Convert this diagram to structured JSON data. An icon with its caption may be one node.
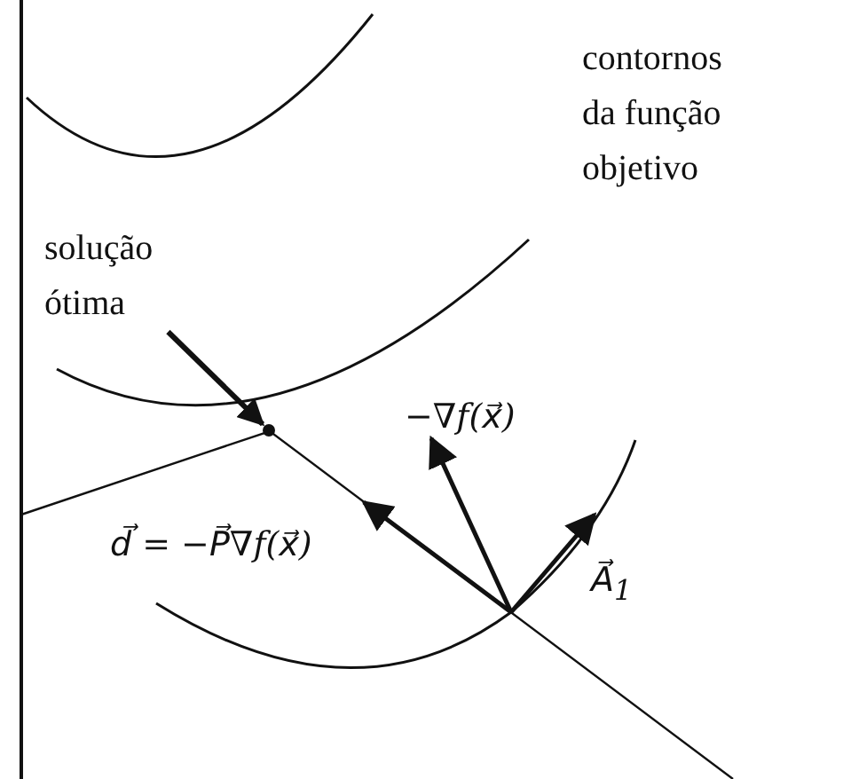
{
  "diagram": {
    "nodes": [
      {
        "text": [
          "solução ótima"
        ]
      },
      {
        "text": [],
        "shape": "point"
      }
    ],
    "edges": [
      {
        "from": 0,
        "to": 1,
        "arrow": "to"
      }
    ],
    "labels": [
      "contornos da função objetivo",
      "−∇f(x⃗)",
      "d⃗ = −P⃗∇f(x⃗)",
      "A⃗$_{1}$"
    ]
  }
}
